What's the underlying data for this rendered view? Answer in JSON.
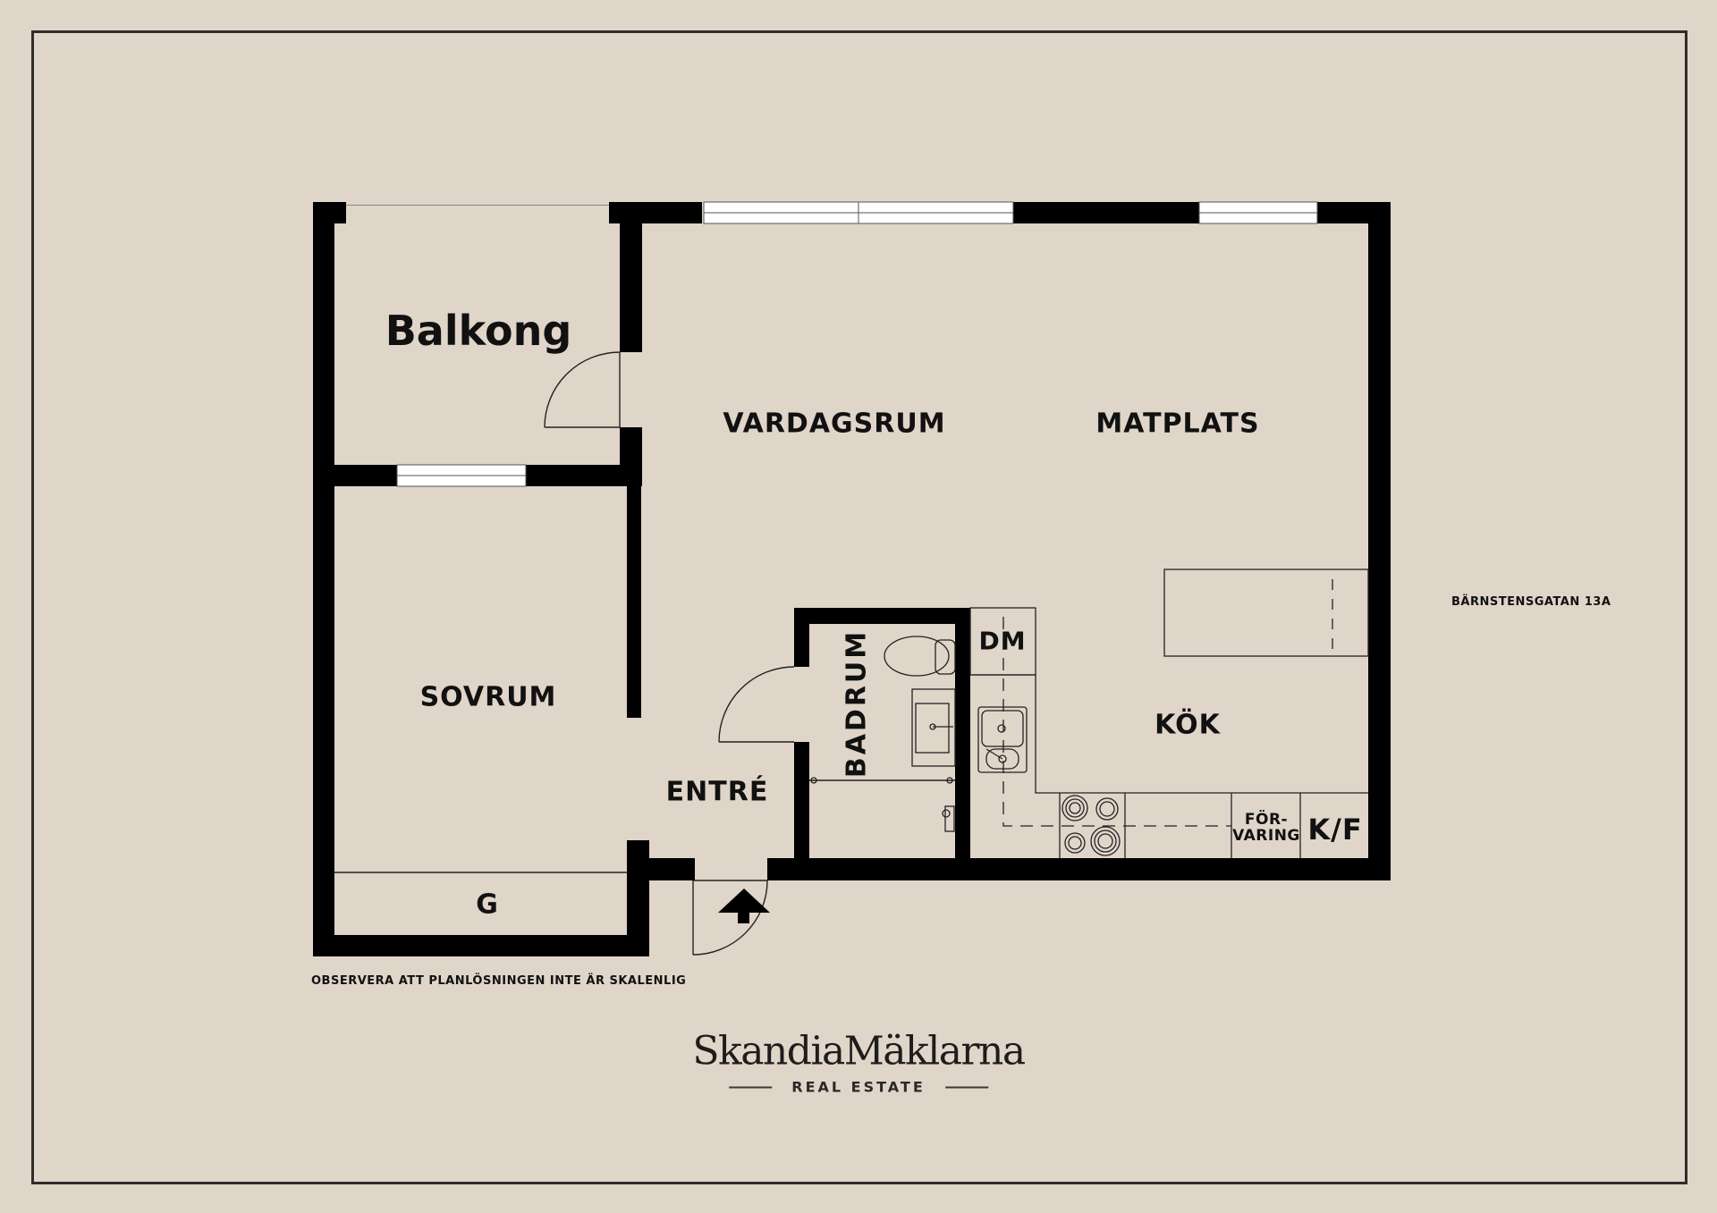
{
  "rooms": {
    "balkong": "Balkong",
    "vardagsrum": "VARDAGSRUM",
    "matplats": "MATPLATS",
    "sovrum": "SOVRUM",
    "entre": "ENTRÉ",
    "badrum": "BADRUM",
    "kok": "KÖK",
    "garderob": "G"
  },
  "fixtures": {
    "dishwasher": "DM",
    "storage_line1": "FÖR-",
    "storage_line2": "VARING",
    "fridge_freezer": "K/F"
  },
  "address": "BÄRNSTENSGATAN 13A",
  "disclaimer": "OBSERVERA ATT PLANLÖSNINGEN INTE ÄR SKALENLIG",
  "branding": {
    "name": "SkandiaMäklarna",
    "tagline": "REAL ESTATE"
  },
  "colors": {
    "background": "#e0d5c9",
    "wall": "#000000",
    "window": "#ffffff",
    "line": "#2a2a2a",
    "frame": "#2f2d2b"
  },
  "icons": {
    "entrance": "up-arrow-icon"
  }
}
